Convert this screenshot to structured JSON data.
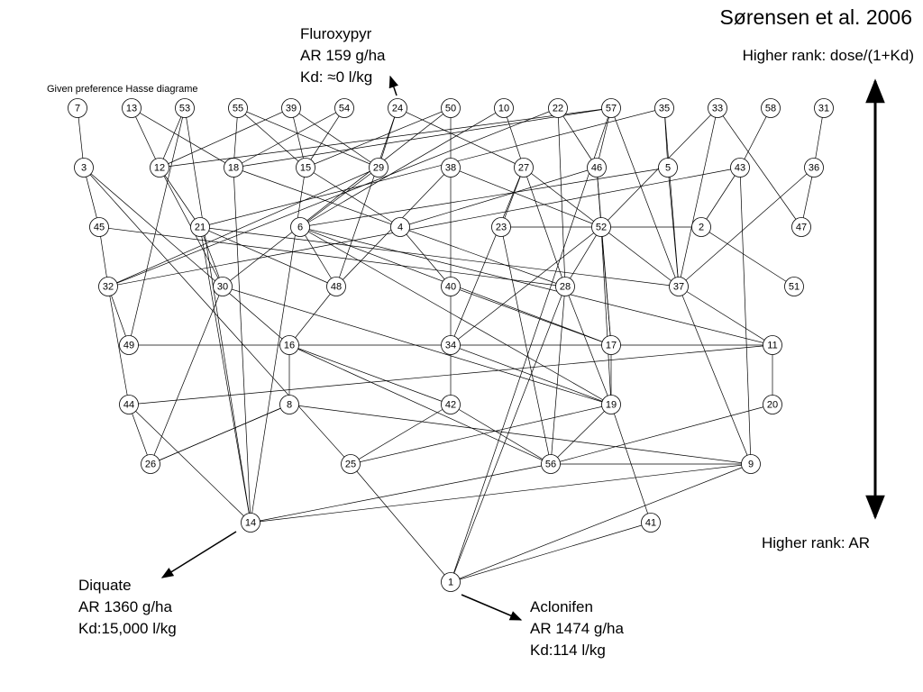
{
  "title": "Sørensen et al. 2006",
  "rank_top": "Higher rank: dose/(1+Kd)",
  "rank_bottom": "Higher rank: AR",
  "diagram_label": "Given preference Hasse diagrame",
  "callouts": {
    "fluroxypyr": [
      "Fluroxypyr",
      "AR 159 g/ha",
      "Kd: ≈0 l/kg"
    ],
    "diquate": [
      "Diquate",
      "AR 1360 g/ha",
      "Kd:15,000 l/kg"
    ],
    "aclonifen": [
      "Aclonifen",
      "AR 1474 g/ha",
      "Kd:114 l/kg"
    ]
  },
  "hasse": {
    "levels": [
      [
        "7",
        "13",
        "53",
        "55",
        "39",
        "54",
        "24",
        "50",
        "10",
        "22",
        "57",
        "35",
        "33",
        "58",
        "31"
      ],
      [
        "3",
        "12",
        "18",
        "15",
        "29",
        "38",
        "27",
        "46",
        "5",
        "43",
        "36"
      ],
      [
        "45",
        "21",
        "6",
        "4",
        "23",
        "52",
        "2",
        "47"
      ],
      [
        "32",
        "30",
        "48",
        "40",
        "28",
        "37",
        "51"
      ],
      [
        "49",
        "16",
        "34",
        "17",
        "11"
      ],
      [
        "44",
        "8",
        "42",
        "19",
        "20"
      ],
      [
        "26",
        "25",
        "56",
        "9"
      ],
      [
        "14",
        "41"
      ],
      [
        "1"
      ]
    ],
    "edges": [
      [
        "7",
        "3"
      ],
      [
        "13",
        "12"
      ],
      [
        "13",
        "18"
      ],
      [
        "53",
        "12"
      ],
      [
        "53",
        "14"
      ],
      [
        "53",
        "49"
      ],
      [
        "55",
        "18"
      ],
      [
        "55",
        "15"
      ],
      [
        "55",
        "29"
      ],
      [
        "39",
        "15"
      ],
      [
        "39",
        "12"
      ],
      [
        "39",
        "29"
      ],
      [
        "54",
        "15"
      ],
      [
        "54",
        "18"
      ],
      [
        "24",
        "29"
      ],
      [
        "24",
        "27"
      ],
      [
        "24",
        "48"
      ],
      [
        "50",
        "38"
      ],
      [
        "50",
        "15"
      ],
      [
        "50",
        "30"
      ],
      [
        "10",
        "27"
      ],
      [
        "10",
        "6"
      ],
      [
        "22",
        "28"
      ],
      [
        "22",
        "46"
      ],
      [
        "22",
        "32"
      ],
      [
        "57",
        "46"
      ],
      [
        "57",
        "12"
      ],
      [
        "57",
        "18"
      ],
      [
        "57",
        "37"
      ],
      [
        "57",
        "1"
      ],
      [
        "35",
        "5"
      ],
      [
        "35",
        "37"
      ],
      [
        "35",
        "21"
      ],
      [
        "33",
        "52"
      ],
      [
        "33",
        "37"
      ],
      [
        "33",
        "47"
      ],
      [
        "58",
        "43"
      ],
      [
        "31",
        "36"
      ],
      [
        "3",
        "45"
      ],
      [
        "3",
        "16"
      ],
      [
        "3",
        "25"
      ],
      [
        "12",
        "21"
      ],
      [
        "12",
        "30"
      ],
      [
        "18",
        "14"
      ],
      [
        "18",
        "28"
      ],
      [
        "15",
        "14"
      ],
      [
        "15",
        "4"
      ],
      [
        "29",
        "32"
      ],
      [
        "29",
        "6"
      ],
      [
        "38",
        "40"
      ],
      [
        "38",
        "52"
      ],
      [
        "38",
        "48"
      ],
      [
        "27",
        "23"
      ],
      [
        "27",
        "37"
      ],
      [
        "27",
        "28"
      ],
      [
        "27",
        "34"
      ],
      [
        "46",
        "52"
      ],
      [
        "46",
        "4"
      ],
      [
        "46",
        "17"
      ],
      [
        "5",
        "37"
      ],
      [
        "5",
        "6"
      ],
      [
        "43",
        "9"
      ],
      [
        "43",
        "2"
      ],
      [
        "43",
        "32"
      ],
      [
        "36",
        "47"
      ],
      [
        "36",
        "37"
      ],
      [
        "45",
        "32"
      ],
      [
        "45",
        "28"
      ],
      [
        "21",
        "14"
      ],
      [
        "21",
        "30"
      ],
      [
        "21",
        "37"
      ],
      [
        "6",
        "48"
      ],
      [
        "6",
        "11"
      ],
      [
        "6",
        "17"
      ],
      [
        "4",
        "40"
      ],
      [
        "23",
        "56"
      ],
      [
        "23",
        "2"
      ],
      [
        "52",
        "19"
      ],
      [
        "52",
        "34"
      ],
      [
        "52",
        "17"
      ],
      [
        "52",
        "28"
      ],
      [
        "2",
        "51"
      ],
      [
        "32",
        "44"
      ],
      [
        "32",
        "49"
      ],
      [
        "30",
        "26"
      ],
      [
        "30",
        "19"
      ],
      [
        "48",
        "16"
      ],
      [
        "40",
        "34"
      ],
      [
        "40",
        "17"
      ],
      [
        "28",
        "56"
      ],
      [
        "28",
        "19"
      ],
      [
        "37",
        "9"
      ],
      [
        "37",
        "11"
      ],
      [
        "49",
        "11"
      ],
      [
        "16",
        "42"
      ],
      [
        "16",
        "8"
      ],
      [
        "16",
        "56"
      ],
      [
        "34",
        "42"
      ],
      [
        "34",
        "19"
      ],
      [
        "17",
        "19"
      ],
      [
        "11",
        "20"
      ],
      [
        "11",
        "44"
      ],
      [
        "44",
        "26"
      ],
      [
        "44",
        "14"
      ],
      [
        "8",
        "26"
      ],
      [
        "8",
        "9"
      ],
      [
        "42",
        "56"
      ],
      [
        "42",
        "25"
      ],
      [
        "19",
        "41"
      ],
      [
        "19",
        "56"
      ],
      [
        "20",
        "56"
      ],
      [
        "26",
        "8"
      ],
      [
        "25",
        "1"
      ],
      [
        "25",
        "19"
      ],
      [
        "56",
        "9"
      ],
      [
        "9",
        "14"
      ],
      [
        "9",
        "1"
      ],
      [
        "14",
        "56"
      ],
      [
        "41",
        "1"
      ],
      [
        "28",
        "1"
      ],
      [
        "6",
        "19"
      ],
      [
        "21",
        "48"
      ]
    ]
  }
}
